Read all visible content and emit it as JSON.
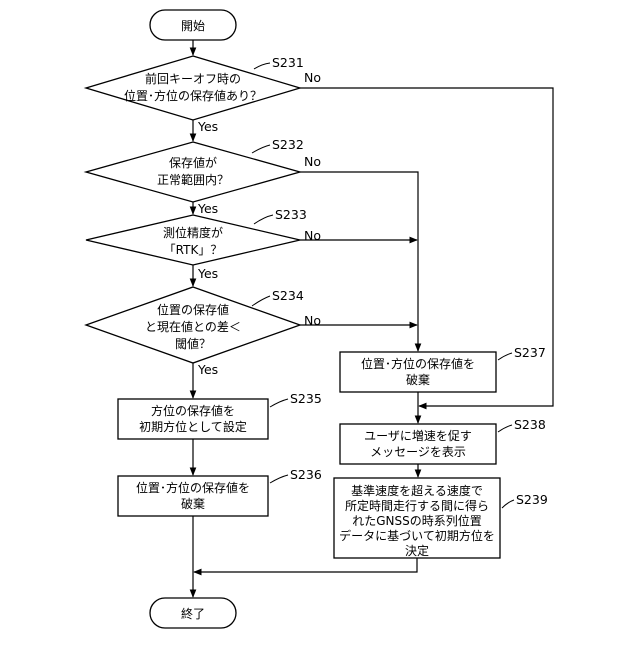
{
  "terminals": {
    "start": "開始",
    "end": "終了"
  },
  "decisions": {
    "s231": {
      "step": "S231",
      "lines": [
        "前回キーオフ時の",
        "位置･方位の保存値あり？"
      ]
    },
    "s232": {
      "step": "S232",
      "lines": [
        "保存値が",
        "正常範囲内？"
      ]
    },
    "s233": {
      "step": "S233",
      "lines": [
        "測位精度が",
        "「RTK」？"
      ]
    },
    "s234": {
      "step": "S234",
      "lines": [
        "位置の保存値",
        "と現在値との差＜",
        "閾値？"
      ]
    }
  },
  "processes": {
    "s235": {
      "step": "S235",
      "lines": [
        "方位の保存値を",
        "初期方位として設定"
      ]
    },
    "s236": {
      "step": "S236",
      "lines": [
        "位置･方位の保存値を",
        "破棄"
      ]
    },
    "s237": {
      "step": "S237",
      "lines": [
        "位置･方位の保存値を",
        "破棄"
      ]
    },
    "s238": {
      "step": "S238",
      "lines": [
        "ユーザに増速を促す",
        "メッセージを表示"
      ]
    },
    "s239": {
      "step": "S239",
      "lines": [
        "基準速度を超える速度で",
        "所定時間走行する間に得ら",
        "れたGNSSの時系列位置",
        "データに基づいて初期方位を",
        "決定"
      ]
    }
  },
  "edge_labels": {
    "yes": "Yes",
    "no": "No"
  }
}
